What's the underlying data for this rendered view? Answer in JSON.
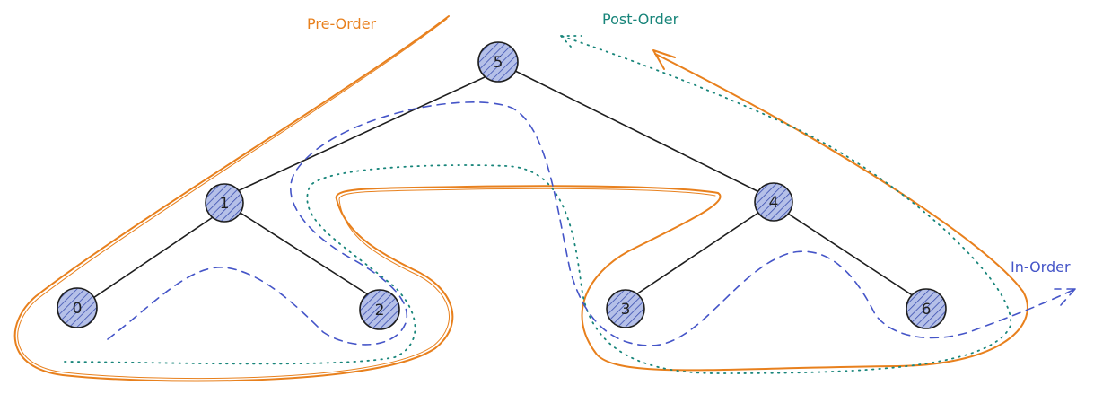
{
  "colors": {
    "pre_order": "#e8801d",
    "post_order": "#18857a",
    "in_order": "#4555c8",
    "node_fill": "#b5c0e8",
    "node_stroke": "#1e1e1e",
    "edge": "#1e1e1e"
  },
  "labels": {
    "pre_order": "Pre-Order",
    "post_order": "Post-Order",
    "in_order": "In-Order"
  },
  "tree": {
    "nodes": [
      {
        "id": "5",
        "label": "5"
      },
      {
        "id": "1",
        "label": "1"
      },
      {
        "id": "4",
        "label": "4"
      },
      {
        "id": "0",
        "label": "0"
      },
      {
        "id": "2",
        "label": "2"
      },
      {
        "id": "3",
        "label": "3"
      },
      {
        "id": "6",
        "label": "6"
      }
    ],
    "edges": [
      [
        "5",
        "1"
      ],
      [
        "5",
        "4"
      ],
      [
        "1",
        "0"
      ],
      [
        "1",
        "2"
      ],
      [
        "4",
        "3"
      ],
      [
        "4",
        "6"
      ]
    ]
  }
}
